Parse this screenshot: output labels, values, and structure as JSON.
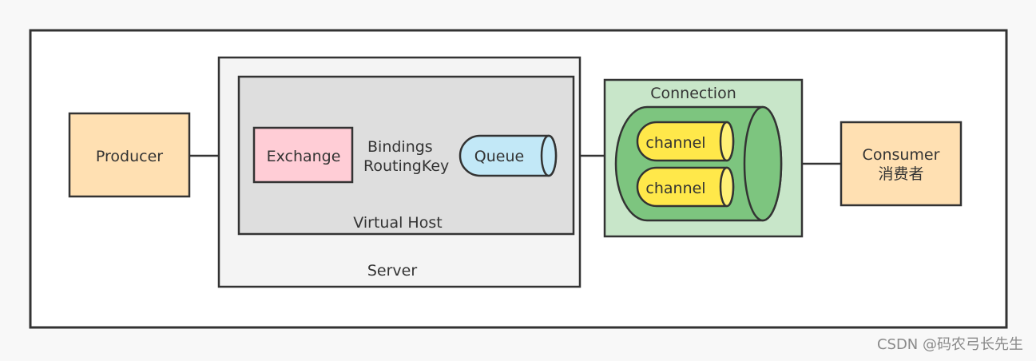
{
  "diagram": {
    "producer": {
      "label": "Producer"
    },
    "server": {
      "label": "Server"
    },
    "virtual_host": {
      "label": "Virtual Host"
    },
    "exchange": {
      "label": "Exchange"
    },
    "bindings": {
      "line1": "Bindings",
      "line2": "RoutingKey"
    },
    "queue": {
      "label": "Queue"
    },
    "connection": {
      "label": "Connection",
      "channels": [
        {
          "label": "channel"
        },
        {
          "label": "channel"
        }
      ]
    },
    "consumer": {
      "label": "Consumer",
      "sublabel": "消费者"
    }
  },
  "watermark": "CSDN @码农弓长先生",
  "colors": {
    "producer_fill": "#ffe0b2",
    "exchange_fill": "#ffcdd6",
    "queue_fill": "#c2e8f7",
    "virtual_host_fill": "#dedede",
    "server_fill": "#f4f4f4",
    "connection_fill": "#c8e6c9",
    "connection_cylinder_fill": "#7dc57f",
    "channel_fill": "#ffe84a",
    "stroke": "#333333"
  }
}
